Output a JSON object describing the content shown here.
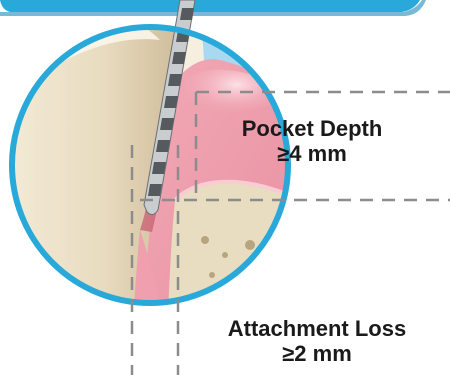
{
  "labels": {
    "pocket_depth": {
      "title": "Pocket Depth",
      "value": "≥4 mm"
    },
    "attachment_loss": {
      "title": "Attachment Loss",
      "value": "≥2 mm"
    }
  },
  "colors": {
    "ring": "#29a9d9",
    "banner": "#29a9d9",
    "gum": "#ef9fae",
    "gum_dark": "#d96f84",
    "gum_light": "#f9ccd3",
    "tooth": "#e9ddc0",
    "enamel": "#f5ecd8",
    "bone": "#e7dcc2",
    "sky": "#a9d9f1",
    "probe_dark": "#555a5e",
    "probe_light": "#c9cdd0",
    "dash": "#8c8c8c"
  }
}
